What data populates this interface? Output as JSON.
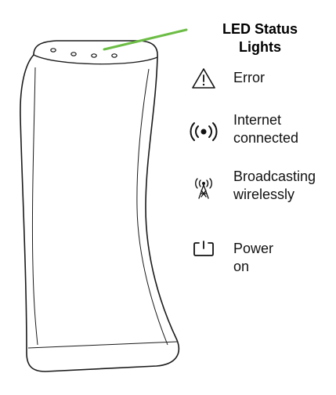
{
  "title": {
    "line1": "LED Status",
    "line2": "Lights"
  },
  "legend": [
    {
      "icon": "warning-triangle-icon",
      "label": "Error"
    },
    {
      "icon": "internet-signal-icon",
      "label_line1": "Internet",
      "label_line2": "connected"
    },
    {
      "icon": "broadcast-tower-icon",
      "label_line1": "Broadcasting",
      "label_line2": "wirelessly"
    },
    {
      "icon": "power-icon",
      "label": "Power on"
    }
  ],
  "colors": {
    "pointer_line": "#6cbd45",
    "outline": "#1a1a1a"
  }
}
